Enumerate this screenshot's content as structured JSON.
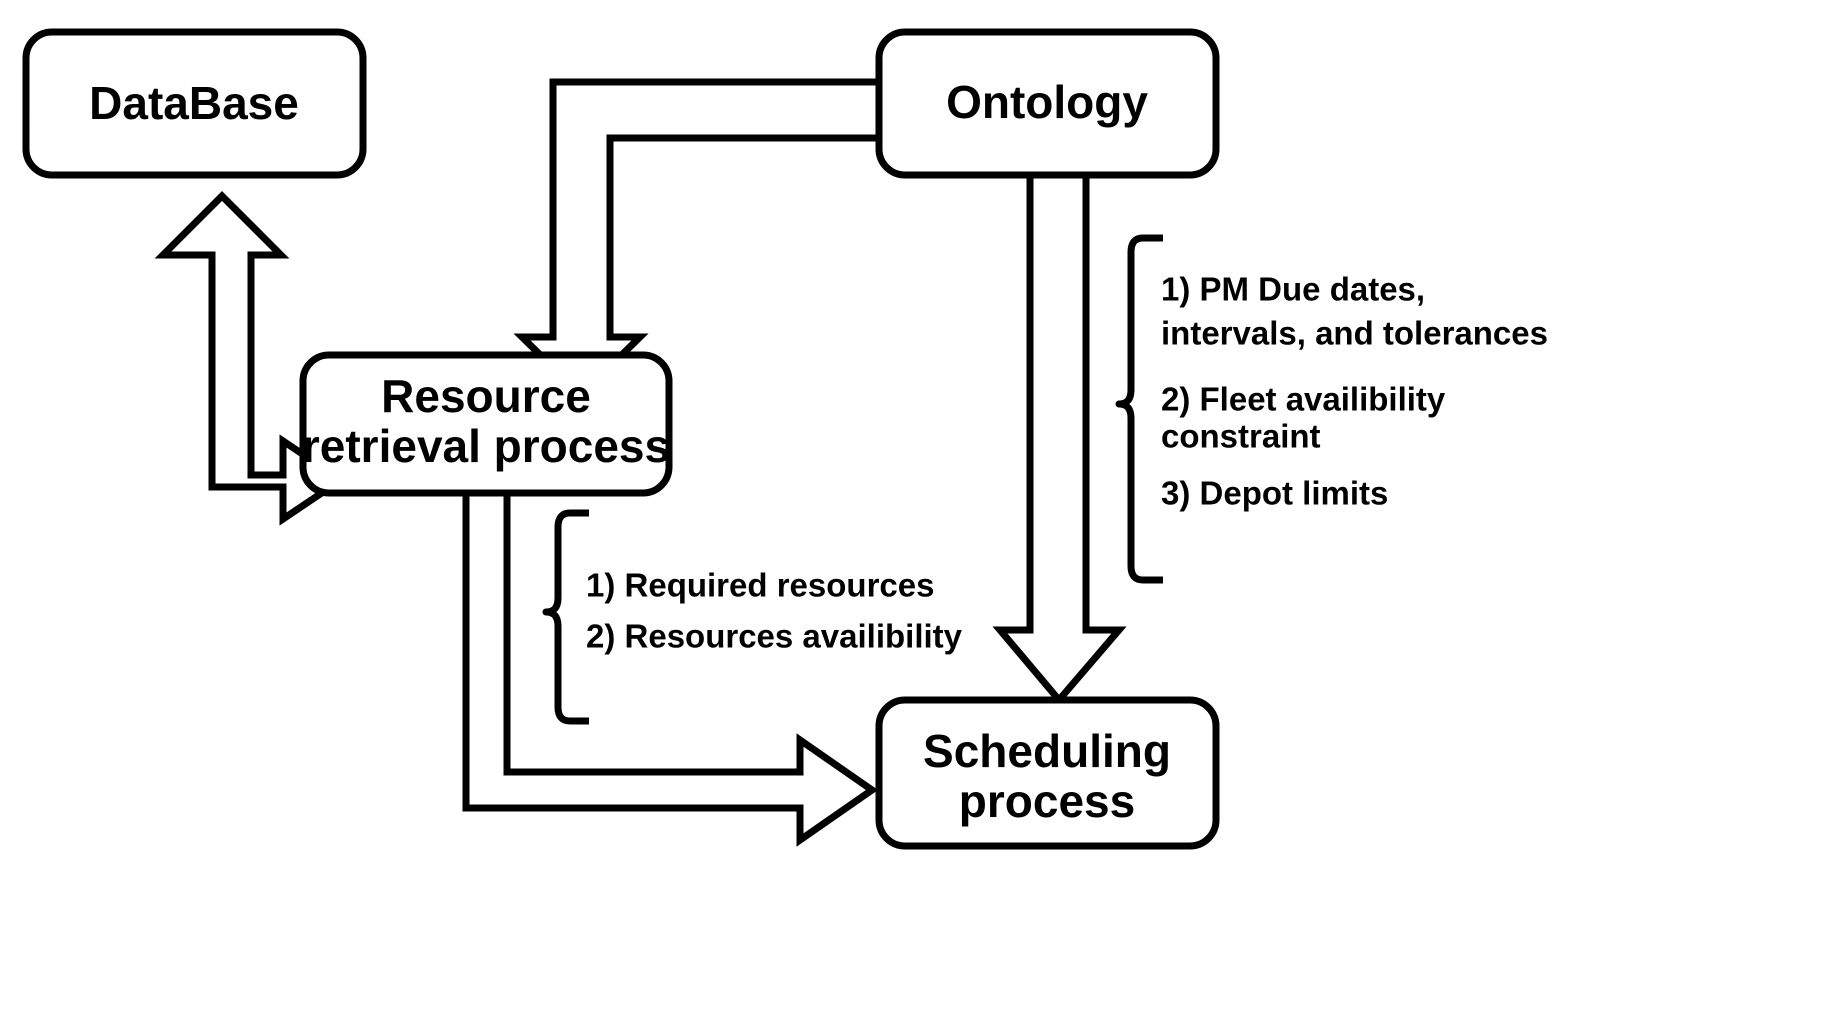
{
  "diagram": {
    "title": "Ontology-driven maintenance scheduling process flow",
    "background_color": "#ffffff",
    "stroke_color": "#000000",
    "text_color": "#000000",
    "nodes": [
      {
        "id": "database",
        "label": "DataBase"
      },
      {
        "id": "ontology",
        "label": "Ontology"
      },
      {
        "id": "resource",
        "label_line1": "Resource",
        "label_line2": "retrieval process"
      },
      {
        "id": "scheduling",
        "label_line1": "Scheduling",
        "label_line2": "process"
      }
    ],
    "annotations": {
      "ontology_brace": {
        "name": "ontology-constraints",
        "lines": [
          "1) PM Due dates,",
          "    intervals, and tolerances",
          "2) Fleet availibility",
          "     constraint",
          "3) Depot limits"
        ]
      },
      "resource_brace": {
        "name": "resource-outputs",
        "lines": [
          "1) Required resources",
          "2) Resources availibility"
        ]
      }
    },
    "connectors": [
      {
        "id": "db-resource",
        "from": "database",
        "to": "resource",
        "style": "double-headed-block-arrow"
      },
      {
        "id": "ontology-resource",
        "from": "ontology",
        "to": "resource",
        "style": "bent-block-arrow"
      },
      {
        "id": "ontology-scheduling",
        "from": "ontology",
        "to": "scheduling",
        "style": "block-arrow-down"
      },
      {
        "id": "resource-scheduling",
        "from": "resource",
        "to": "scheduling",
        "style": "bent-block-arrow-right"
      }
    ]
  }
}
